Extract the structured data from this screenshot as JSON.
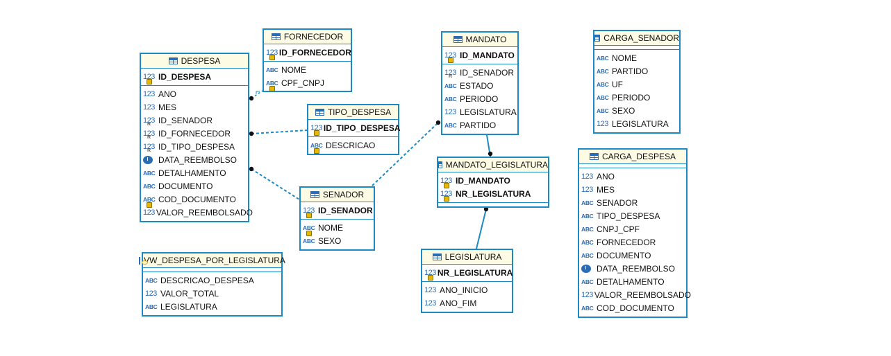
{
  "entities": {
    "despesa": {
      "title": "DESPESA",
      "pk": [
        {
          "icon": "integer-key-icon",
          "type": "123",
          "name": "ID_DESPESA"
        }
      ],
      "attrs": [
        {
          "icon": "integer-icon",
          "type": "123",
          "name": "ANO"
        },
        {
          "icon": "integer-icon",
          "type": "123",
          "name": "MES"
        },
        {
          "icon": "integer-fk-icon",
          "type": "123",
          "name": "ID_SENADOR"
        },
        {
          "icon": "integer-fk-icon",
          "type": "123",
          "name": "ID_FORNECEDOR"
        },
        {
          "icon": "integer-fk-icon",
          "type": "123",
          "name": "ID_TIPO_DESPESA"
        },
        {
          "icon": "clock-icon",
          "type": "",
          "name": "DATA_REEMBOLSO"
        },
        {
          "icon": "text-icon",
          "type": "ABC",
          "name": "DETALHAMENTO"
        },
        {
          "icon": "text-icon",
          "type": "ABC",
          "name": "DOCUMENTO"
        },
        {
          "icon": "text-key-icon",
          "type": "ABC",
          "name": "COD_DOCUMENTO"
        },
        {
          "icon": "integer-icon",
          "type": "123",
          "name": "VALOR_REEMBOLSADO"
        }
      ]
    },
    "fornecedor": {
      "title": "FORNECEDOR",
      "pk": [
        {
          "icon": "integer-key-icon",
          "type": "123",
          "name": "ID_FORNECEDOR"
        }
      ],
      "attrs": [
        {
          "icon": "text-icon",
          "type": "ABC",
          "name": "NOME"
        },
        {
          "icon": "text-key-icon",
          "type": "ABC",
          "name": "CPF_CNPJ"
        }
      ]
    },
    "tipo_despesa": {
      "title": "TIPO_DESPESA",
      "pk": [
        {
          "icon": "integer-key-icon",
          "type": "123",
          "name": "ID_TIPO_DESPESA"
        }
      ],
      "attrs": [
        {
          "icon": "text-key-icon",
          "type": "ABC",
          "name": "DESCRICAO"
        }
      ]
    },
    "senador": {
      "title": "SENADOR",
      "pk": [
        {
          "icon": "integer-key-icon",
          "type": "123",
          "name": "ID_SENADOR"
        }
      ],
      "attrs": [
        {
          "icon": "text-key-icon",
          "type": "ABC",
          "name": "NOME"
        },
        {
          "icon": "text-icon",
          "type": "ABC",
          "name": "SEXO"
        }
      ]
    },
    "mandato": {
      "title": "MANDATO",
      "pk": [
        {
          "icon": "integer-key-icon",
          "type": "123",
          "name": "ID_MANDATO"
        }
      ],
      "attrs": [
        {
          "icon": "integer-fk-icon",
          "type": "123",
          "name": "ID_SENADOR"
        },
        {
          "icon": "text-icon",
          "type": "ABC",
          "name": "ESTADO"
        },
        {
          "icon": "text-icon",
          "type": "ABC",
          "name": "PERIODO"
        },
        {
          "icon": "integer-icon",
          "type": "123",
          "name": "LEGISLATURA"
        },
        {
          "icon": "text-icon",
          "type": "ABC",
          "name": "PARTIDO"
        }
      ]
    },
    "mandato_legislatura": {
      "title": "MANDATO_LEGISLATURA",
      "pk": [
        {
          "icon": "integer-key-icon",
          "type": "123",
          "name": "ID_MANDATO"
        },
        {
          "icon": "integer-key-icon",
          "type": "123",
          "name": "NR_LEGISLATURA"
        }
      ],
      "attrs": []
    },
    "legislatura": {
      "title": "LEGISLATURA",
      "pk": [
        {
          "icon": "integer-key-icon",
          "type": "123",
          "name": "NR_LEGISLATURA"
        }
      ],
      "attrs": [
        {
          "icon": "integer-icon",
          "type": "123",
          "name": "ANO_INICIO"
        },
        {
          "icon": "integer-icon",
          "type": "123",
          "name": "ANO_FIM"
        }
      ]
    },
    "carga_senador": {
      "title": "CARGA_SENADOR",
      "pk": [],
      "attrs": [
        {
          "icon": "text-icon",
          "type": "ABC",
          "name": "NOME"
        },
        {
          "icon": "text-icon",
          "type": "ABC",
          "name": "PARTIDO"
        },
        {
          "icon": "text-icon",
          "type": "ABC",
          "name": "UF"
        },
        {
          "icon": "text-icon",
          "type": "ABC",
          "name": "PERIODO"
        },
        {
          "icon": "text-icon",
          "type": "ABC",
          "name": "SEXO"
        },
        {
          "icon": "integer-icon",
          "type": "123",
          "name": "LEGISLATURA"
        }
      ]
    },
    "carga_despesa": {
      "title": "CARGA_DESPESA",
      "pk": [],
      "attrs": [
        {
          "icon": "integer-icon",
          "type": "123",
          "name": "ANO"
        },
        {
          "icon": "integer-icon",
          "type": "123",
          "name": "MES"
        },
        {
          "icon": "text-icon",
          "type": "ABC",
          "name": "SENADOR"
        },
        {
          "icon": "text-icon",
          "type": "ABC",
          "name": "TIPO_DESPESA"
        },
        {
          "icon": "text-icon",
          "type": "ABC",
          "name": "CNPJ_CPF"
        },
        {
          "icon": "text-icon",
          "type": "ABC",
          "name": "FORNECEDOR"
        },
        {
          "icon": "text-icon",
          "type": "ABC",
          "name": "DOCUMENTO"
        },
        {
          "icon": "clock-icon",
          "type": "",
          "name": "DATA_REEMBOLSO"
        },
        {
          "icon": "text-icon",
          "type": "ABC",
          "name": "DETALHAMENTO"
        },
        {
          "icon": "integer-icon",
          "type": "123",
          "name": "VALOR_REEMBOLSADO"
        },
        {
          "icon": "text-icon",
          "type": "ABC",
          "name": "COD_DOCUMENTO"
        }
      ]
    },
    "vw_despesa_por_legislatura": {
      "title": "VW_DESPESA_POR_LEGISLATURA",
      "pk": [],
      "attrs": [
        {
          "icon": "text-icon",
          "type": "ABC",
          "name": "DESCRICAO_DESPESA"
        },
        {
          "icon": "integer-icon",
          "type": "123",
          "name": "VALOR_TOTAL"
        },
        {
          "icon": "text-icon",
          "type": "ABC",
          "name": "LEGISLATURA"
        }
      ]
    }
  },
  "relationships": [
    {
      "from": "despesa",
      "to": "fornecedor",
      "style": "dashed"
    },
    {
      "from": "despesa",
      "to": "tipo_despesa",
      "style": "dashed"
    },
    {
      "from": "despesa",
      "to": "senador",
      "style": "dashed"
    },
    {
      "from": "senador",
      "to": "mandato",
      "style": "dashed"
    },
    {
      "from": "mandato",
      "to": "mandato_legislatura",
      "style": "solid"
    },
    {
      "from": "legislatura",
      "to": "mandato_legislatura",
      "style": "solid"
    }
  ],
  "colors": {
    "border": "#1b8ac4",
    "header_bg": "#fdfbe3",
    "icon": "#2a6db5",
    "line": "#1b8ac4"
  }
}
